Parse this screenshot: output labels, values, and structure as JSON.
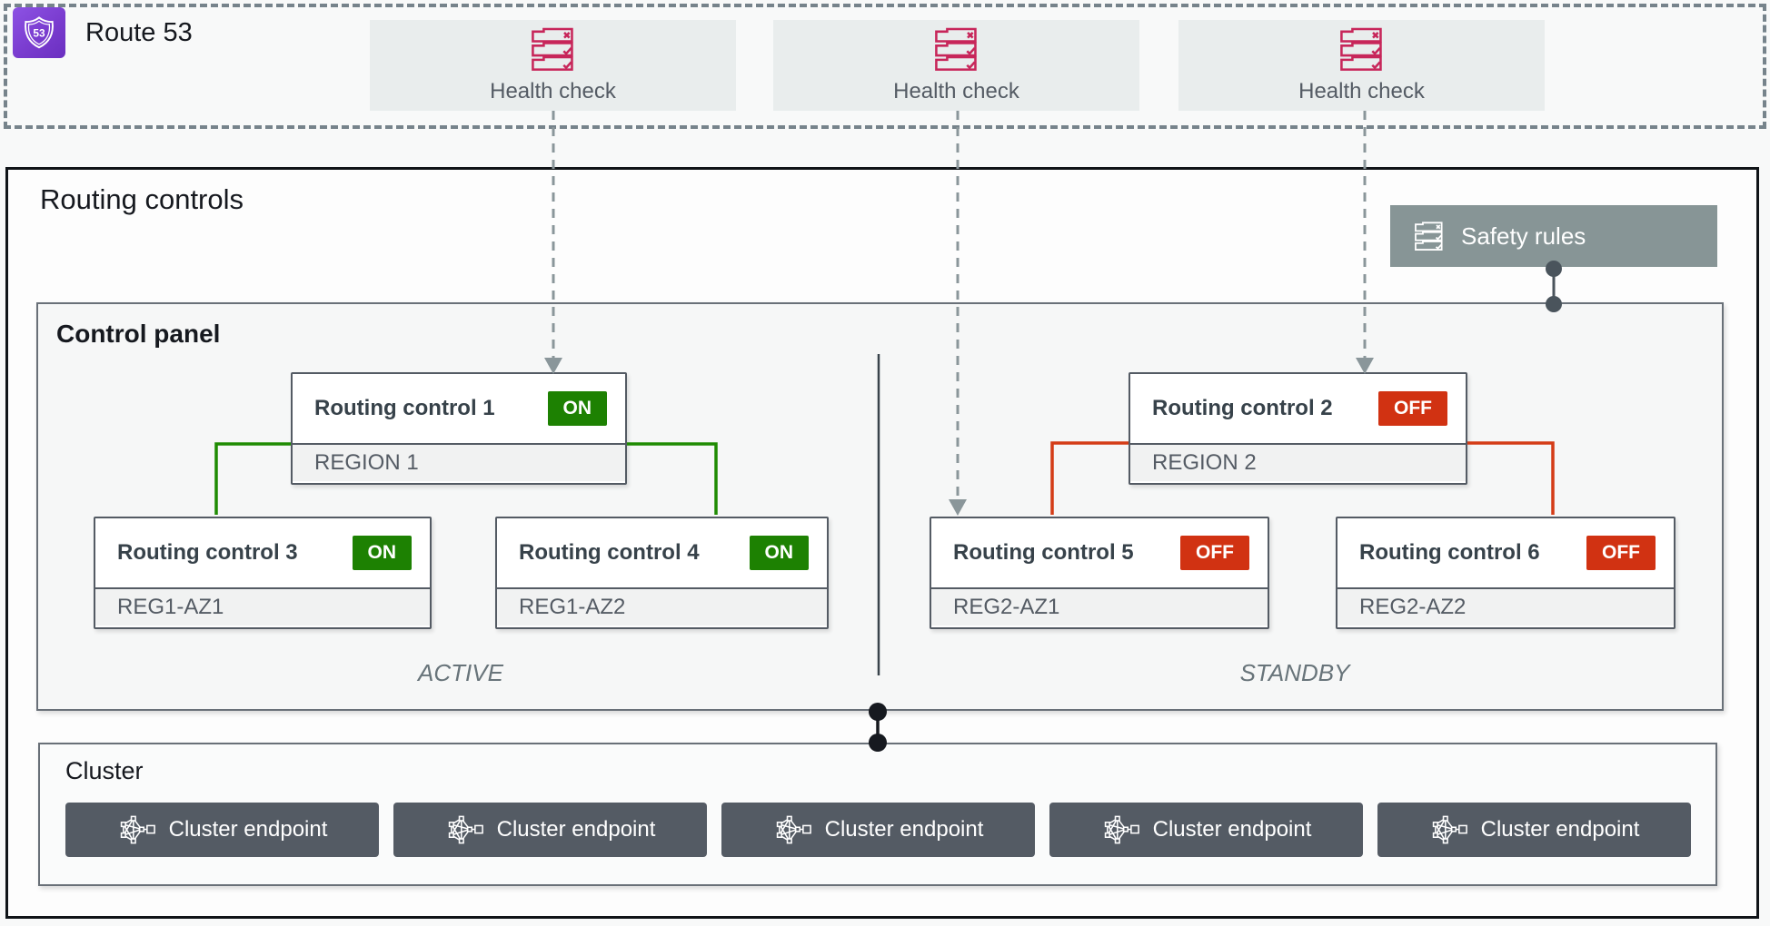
{
  "route53": {
    "title": "Route 53",
    "logo_icon": "route53-shield-icon",
    "logo_text": "53",
    "health_checks": [
      {
        "label": "Health check",
        "icon": "health-check-checklist-icon"
      },
      {
        "label": "Health check",
        "icon": "health-check-checklist-icon"
      },
      {
        "label": "Health check",
        "icon": "health-check-checklist-icon"
      }
    ]
  },
  "routing_controls": {
    "title": "Routing controls",
    "safety_rules": {
      "label": "Safety rules",
      "icon": "checklist-icon"
    },
    "control_panel": {
      "title": "Control panel",
      "zones": {
        "active_label": "ACTIVE",
        "standby_label": "STANDBY"
      },
      "controls": [
        {
          "name": "Routing control 1",
          "state": "ON",
          "location": "REGION 1"
        },
        {
          "name": "Routing control 2",
          "state": "OFF",
          "location": "REGION 2"
        },
        {
          "name": "Routing control 3",
          "state": "ON",
          "location": "REG1-AZ1"
        },
        {
          "name": "Routing control 4",
          "state": "ON",
          "location": "REG1-AZ2"
        },
        {
          "name": "Routing control 5",
          "state": "OFF",
          "location": "REG2-AZ1"
        },
        {
          "name": "Routing control 6",
          "state": "OFF",
          "location": "REG2-AZ2"
        }
      ]
    },
    "cluster": {
      "title": "Cluster",
      "endpoints": [
        {
          "label": "Cluster endpoint",
          "icon": "network-mesh-icon"
        },
        {
          "label": "Cluster endpoint",
          "icon": "network-mesh-icon"
        },
        {
          "label": "Cluster endpoint",
          "icon": "network-mesh-icon"
        },
        {
          "label": "Cluster endpoint",
          "icon": "network-mesh-icon"
        },
        {
          "label": "Cluster endpoint",
          "icon": "network-mesh-icon"
        }
      ]
    }
  },
  "colors": {
    "on_green": "#1d8102",
    "off_red": "#d13212",
    "health_icon_pink": "#c7265a",
    "safety_rules_gray": "#879596",
    "endpoint_slate": "#545b64",
    "route53_purple": "#7a3ccf",
    "dashed_connector_gray": "#8a969a"
  }
}
